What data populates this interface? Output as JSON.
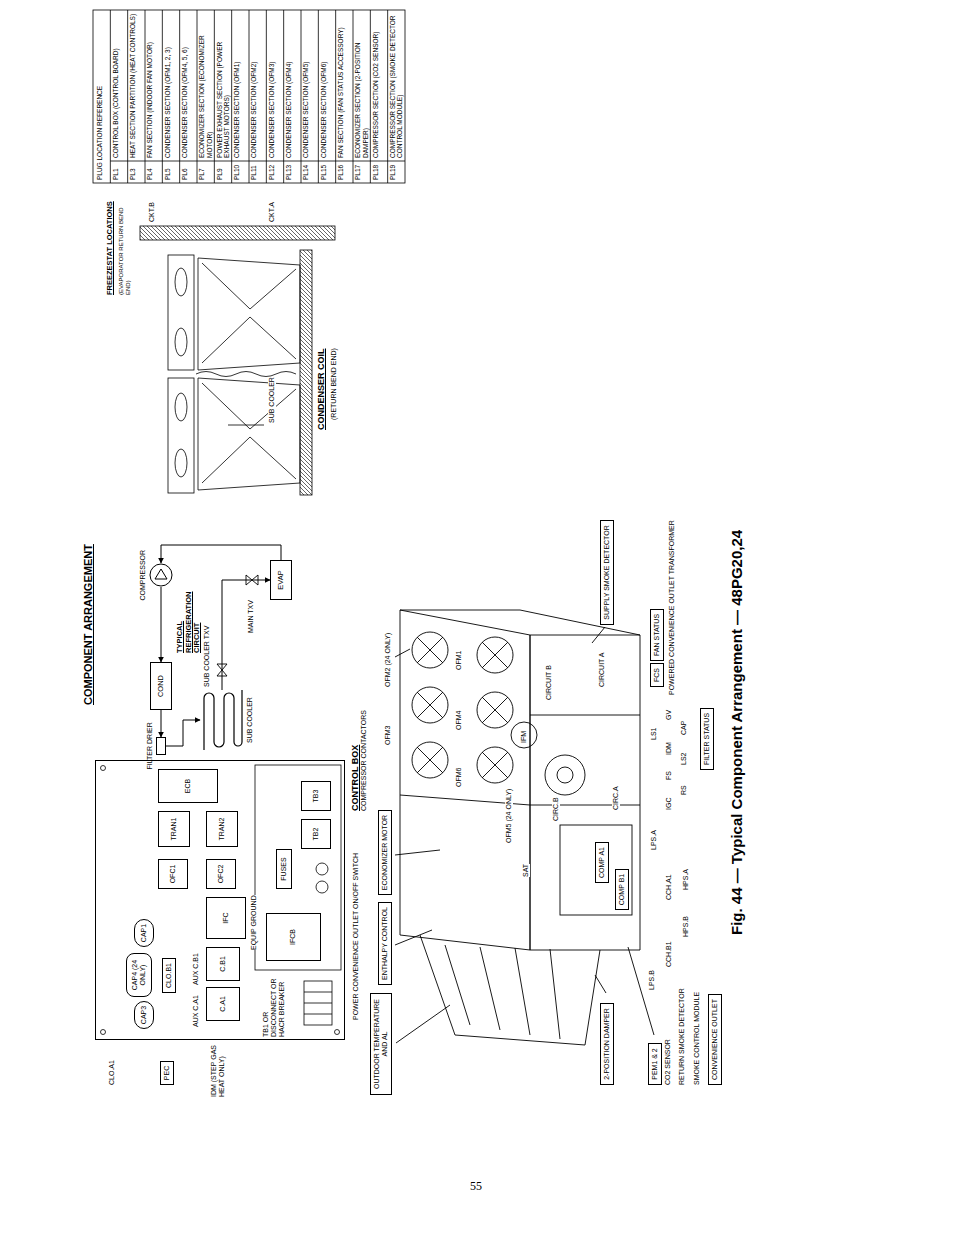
{
  "diagram": {
    "title": "COMPONENT ARRANGEMENT",
    "caption": "Fig. 44 — Typical Component Arrangement — 48PG20,24",
    "nodes": [
      {
        "text": [
          "CONTROL BOX",
          "COMPRESSOR CONTACTORS"
        ]
      },
      {
        "text": [
          "CAP3"
        ],
        "in": 0
      },
      {
        "text": [
          "CAP4 (24 ONLY)"
        ],
        "in": 0
      },
      {
        "text": [
          "CAP1"
        ],
        "in": 0
      },
      {
        "text": [
          "CLO.B1"
        ],
        "in": 0
      },
      {
        "text": [
          "C.A1"
        ],
        "in": 0
      },
      {
        "text": [
          "C.B1"
        ],
        "in": 0
      },
      {
        "text": [
          "IFC"
        ],
        "in": 0
      },
      {
        "text": [
          "OFC1"
        ],
        "in": 0
      },
      {
        "text": [
          "OFC2"
        ],
        "in": 0
      },
      {
        "text": [
          "TRAN1"
        ],
        "in": 0
      },
      {
        "text": [
          "TRAN2"
        ],
        "in": 0
      },
      {
        "text": [
          "ECB"
        ],
        "in": 0
      },
      {
        "text": [
          "IFCB"
        ],
        "in": 0
      },
      {
        "text": [
          "FUSES"
        ],
        "in": 0
      },
      {
        "text": [
          "TB2"
        ],
        "in": 0
      },
      {
        "text": [
          "TB3"
        ],
        "in": 0
      },
      {
        "text": [
          "PEC"
        ]
      },
      {
        "text": [
          "COMPRESSOR"
        ]
      },
      {
        "text": [
          "COND"
        ]
      },
      {
        "text": [
          "FILTER DRIER"
        ]
      },
      {
        "text": [
          "SUB COOLER"
        ]
      },
      {
        "text": [
          "EVAP"
        ]
      },
      {
        "text": [
          "OUTDOOR TEMPERATURE AND AL"
        ]
      },
      {
        "text": [
          "ENTHALPY CONTROL"
        ]
      },
      {
        "text": [
          "ECONOMIZER MOTOR"
        ]
      },
      {
        "text": [
          "2-POSITION DAMPER"
        ]
      },
      {
        "text": [
          "PEM1 & 2"
        ]
      },
      {
        "text": [
          "CONVENIENCE OUTLET"
        ]
      },
      {
        "text": [
          "COMP A1"
        ]
      },
      {
        "text": [
          "COMP B1"
        ]
      },
      {
        "text": [
          "SUPPLY SMOKE DETECTOR"
        ]
      },
      {
        "text": [
          "FCS"
        ]
      },
      {
        "text": [
          "FAN STATUS"
        ]
      },
      {
        "text": [
          "FILTER STATUS"
        ]
      }
    ],
    "edges": [
      {
        "from": 18,
        "to": 19,
        "arrow": "to"
      },
      {
        "from": 19,
        "to": 20,
        "arrow": "to"
      },
      {
        "from": 20,
        "to": 21,
        "arrow": "to"
      },
      {
        "from": 21,
        "to": 22,
        "arrow": "to"
      },
      {
        "from": 22,
        "to": 18,
        "arrow": "to"
      }
    ],
    "labels": [
      "CLO.A1",
      "AUX C.A1",
      "AUX C.B1",
      "EQUIP GROUND",
      "TB1 OR DISCONNECT OR HACR BREAKER",
      "IDM (STEP GAS HEAT ONLY)",
      "POWER CONVENIENCE OUTLET ON/OFF SWITCH",
      "SUB COOLER TXV",
      "MAIN TXV",
      "TYPICAL REFRIGERATION CIRCUIT",
      "SUB COOLER",
      "CONDENSER COIL",
      "(RETURN BEND END)",
      "FREEZESTAT LOCATIONS",
      "(EVAPORATOR RETURN BEND END)",
      "CKT.B",
      "CKT.A",
      "PLUG LOCATION REFERENCE",
      "PL1",
      "CONTROL BOX (CONTROL BOARD)",
      "PL3",
      "HEAT SECTION PARTITION (HEAT CONTROLS)",
      "PL4",
      "FAN SECTION (INDOOR FAN MOTOR)",
      "PL5",
      "CONDENSER SECTION (OFM1, 2, 3)",
      "PL6",
      "CONDENSER SECTION (OFM4, 5, 6)",
      "PL7",
      "ECONOMIZER SECTION (ECONOMIZER MOTOR)",
      "PL9",
      "POWER EXHAUST SECTION (POWER EXHAUST MOTORS)",
      "PL10",
      "CONDENSER SECTION (OFM1)",
      "PL11",
      "CONDENSER SECTION (OFM2)",
      "PL12",
      "CONDENSER SECTION (OFM3)",
      "PL13",
      "CONDENSER SECTION (OFM4)",
      "PL14",
      "CONDENSER SECTION (OFM5)",
      "PL15",
      "CONDENSER SECTION (OFM6)",
      "PL16",
      "FAN SECTION (FAN STATUS ACCESSORY)",
      "PL17",
      "ECONOMIZER SECTION (2-POSITION DAMPER)",
      "PL18",
      "COMPRESSOR SECTION (CO2 SENSOR)",
      "PL19",
      "COMPRESSOR SECTION (SMOKE DETECTOR CONTROL MODULE)",
      "OFM2 (24 ONLY)",
      "OFM3",
      "OFM5 (24 ONLY)",
      "OFM6",
      "OFM4",
      "OFM1",
      "SAT",
      "IFM",
      "CIRC.B",
      "CIRC.A",
      "CIRCUIT B",
      "CIRCUIT A",
      "CO2 SENSOR",
      "RETURN SMOKE DETECTOR",
      "SMOKE CONTROL MODULE",
      "LPS.B",
      "CCH.B1",
      "HPS.B",
      "CCH.A1",
      "HPS.A",
      "LPS.A",
      "IGC",
      "RS",
      "FS",
      "IDM",
      "LS2",
      "CAP",
      "LS1",
      "GV",
      "POWERED CONVENIENCE OUTLET TRANSFORMER",
      "55"
    ]
  }
}
